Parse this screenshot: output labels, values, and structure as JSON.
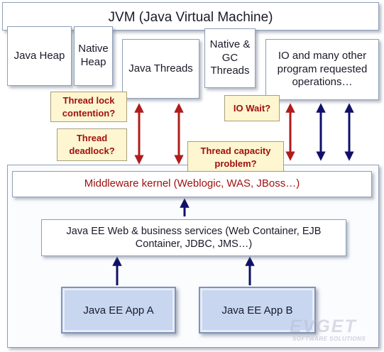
{
  "jvm_title": "JVM (Java Virtual Machine)",
  "components": {
    "java_heap": "Java Heap",
    "native_heap": "Native Heap",
    "java_threads": "Java Threads",
    "native_gc_threads": "Native & GC Threads",
    "io_operations": "IO and many other program requested operations…"
  },
  "problems": {
    "thread_lock": "Thread lock contention?",
    "thread_deadlock": "Thread deadlock?",
    "io_wait": "IO Wait?",
    "thread_capacity": "Thread capacity problem?"
  },
  "middleware": "Middleware kernel (Weblogic, WAS, JBoss…)",
  "services": "Java EE Web & business services (Web Container, EJB Container, JDBC, JMS…)",
  "apps": {
    "app_a": "Java EE App A",
    "app_b": "Java EE App B"
  },
  "watermark": {
    "brand": "EVGET",
    "tagline": "SOFTWARE SOLUTIONS"
  },
  "colors": {
    "red_arrow": "#b01c1c",
    "blue_arrow": "#10106a",
    "problem_text": "#a01010",
    "middleware_text": "#a01010"
  }
}
